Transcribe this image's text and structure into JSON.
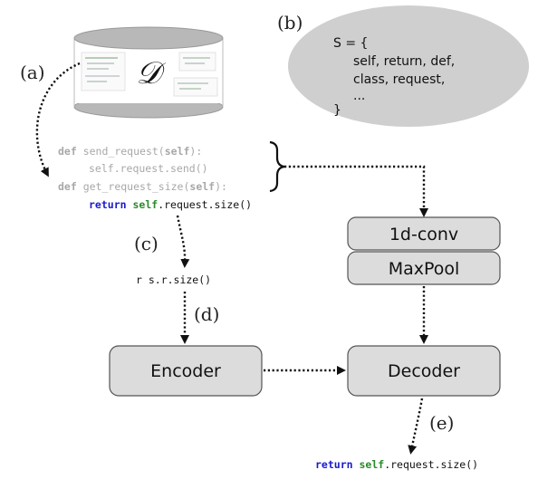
{
  "dataset": {
    "symbol": "𝒟"
  },
  "labels": {
    "a": "(a)",
    "b": "(b)",
    "c": "(c)",
    "d": "(d)",
    "e": "(e)"
  },
  "vocab_set": {
    "lines": [
      "S = {",
      "self, return, def,",
      "class, request,",
      "...",
      "}"
    ]
  },
  "code": {
    "line1": {
      "kw": "def",
      "rest": " send_request(",
      "self": "self",
      "end": "):"
    },
    "line2": {
      "text": "self.request.send()"
    },
    "line3": {
      "kw": "def",
      "rest": " get_request_size(",
      "self": "self",
      "end": "):"
    },
    "line4": {
      "ret": "return",
      "self": "self",
      "rest": ".request.size()"
    }
  },
  "abbrev": "r s.r.size()",
  "blocks": {
    "conv": "1d-conv",
    "pool": "MaxPool",
    "encoder": "Encoder",
    "decoder": "Decoder"
  },
  "output": {
    "ret": "return",
    "self": "self",
    "rest": ".request.size()"
  },
  "colors": {
    "keyword_blue": "#1a1acc",
    "self_green": "#2a8a2a",
    "faded_code": "#a8a8a8",
    "box_fill": "#dcdcdc",
    "ellipse_fill": "#cfcfcf"
  }
}
